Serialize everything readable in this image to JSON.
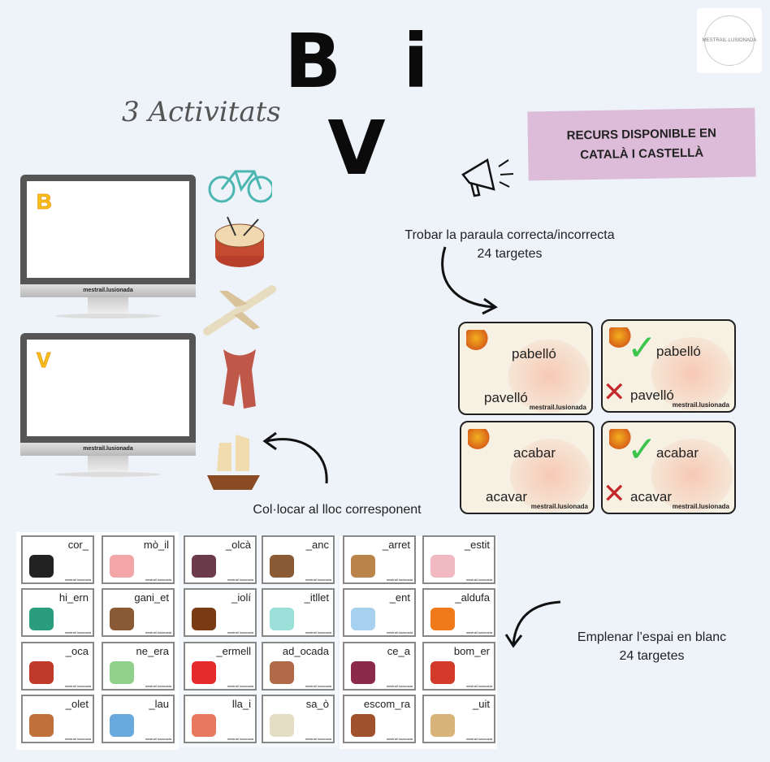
{
  "header": {
    "title": "B i V",
    "subtitle": "3 Activitats",
    "logo_text": "MESTRAIL·LUSIONADA"
  },
  "badge": {
    "line1": "RECURS DISPONIBLE EN",
    "line2": "CATALÀ I CASTELLÀ"
  },
  "activity1": {
    "line1": "Trobar la paraula correcta/incorrecta",
    "line2": "24 targetes"
  },
  "activity2": {
    "line1": "Col·locar al lloc corresponent"
  },
  "activity3": {
    "line1": "Emplenar l’espai en blanc",
    "line2": "24 targetes"
  },
  "monitors": [
    {
      "letter": "B",
      "brand": "mestrail.lusionada"
    },
    {
      "letter": "V",
      "brand": "mestrail.lusionada"
    }
  ],
  "pictures": [
    "bicycle",
    "drum",
    "airplane",
    "scarf",
    "ship"
  ],
  "word_cards": [
    {
      "top": "pabelló",
      "bottom": "pavelló",
      "marked": false,
      "watermark": "mestrail.lusionada"
    },
    {
      "top": "pabelló",
      "bottom": "pavelló",
      "marked": true,
      "watermark": "mestrail.lusionada"
    },
    {
      "top": "acabar",
      "bottom": "acavar",
      "marked": false,
      "watermark": "mestrail.lusionada"
    },
    {
      "top": "acabar",
      "bottom": "acavar",
      "marked": true,
      "watermark": "mestrail.lusionada"
    }
  ],
  "blank_cards": [
    {
      "word": "cor_",
      "img": "crow",
      "color": "#222"
    },
    {
      "word": "mò_il",
      "img": "mobile",
      "color": "#f3a6a8"
    },
    {
      "word": "hi_ern",
      "img": "penguin",
      "color": "#2a9d7f"
    },
    {
      "word": "gani_et",
      "img": "knife",
      "color": "#8a5a34"
    },
    {
      "word": "_oca",
      "img": "mouth",
      "color": "#c0392b"
    },
    {
      "word": "ne_era",
      "img": "fridge",
      "color": "#8fd08a"
    },
    {
      "word": "_olet",
      "img": "mushroom",
      "color": "#c0703a"
    },
    {
      "word": "_lau",
      "img": "blue-paint",
      "color": "#6aa9de"
    },
    {
      "word": "_olcà",
      "img": "volcano",
      "color": "#6b3b4b"
    },
    {
      "word": "_anc",
      "img": "bench",
      "color": "#8a5a34"
    },
    {
      "word": "_iolí",
      "img": "violin",
      "color": "#7a3a14"
    },
    {
      "word": "_itllet",
      "img": "ticket",
      "color": "#9be0d8"
    },
    {
      "word": "_ermell",
      "img": "red-paint",
      "color": "#e52b2b"
    },
    {
      "word": "ad_ocada",
      "img": "lawyer",
      "color": "#b06a4a"
    },
    {
      "word": "lla_i",
      "img": "lips",
      "color": "#e8795e"
    },
    {
      "word": "sa_ò",
      "img": "soap",
      "color": "#e5dcc4"
    },
    {
      "word": "_arret",
      "img": "hat",
      "color": "#b9834a"
    },
    {
      "word": "_estit",
      "img": "dress",
      "color": "#f0b8c0"
    },
    {
      "word": "_ent",
      "img": "wind",
      "color": "#a8d0ef"
    },
    {
      "word": "_aldufa",
      "img": "spinning-top",
      "color": "#f07a1a"
    },
    {
      "word": "ce_a",
      "img": "onion",
      "color": "#8b2a4a"
    },
    {
      "word": "bom_er",
      "img": "firefighter",
      "color": "#d33a2a"
    },
    {
      "word": "escom_ra",
      "img": "broom",
      "color": "#a0522d"
    },
    {
      "word": "_uit",
      "img": "number-eight",
      "color": "#d9b47a"
    }
  ],
  "blank_watermark": "mestrail.lusionada",
  "colors": {
    "badge": "#dcbcd8",
    "check": "#3cc44d",
    "cross": "#c4282a"
  }
}
